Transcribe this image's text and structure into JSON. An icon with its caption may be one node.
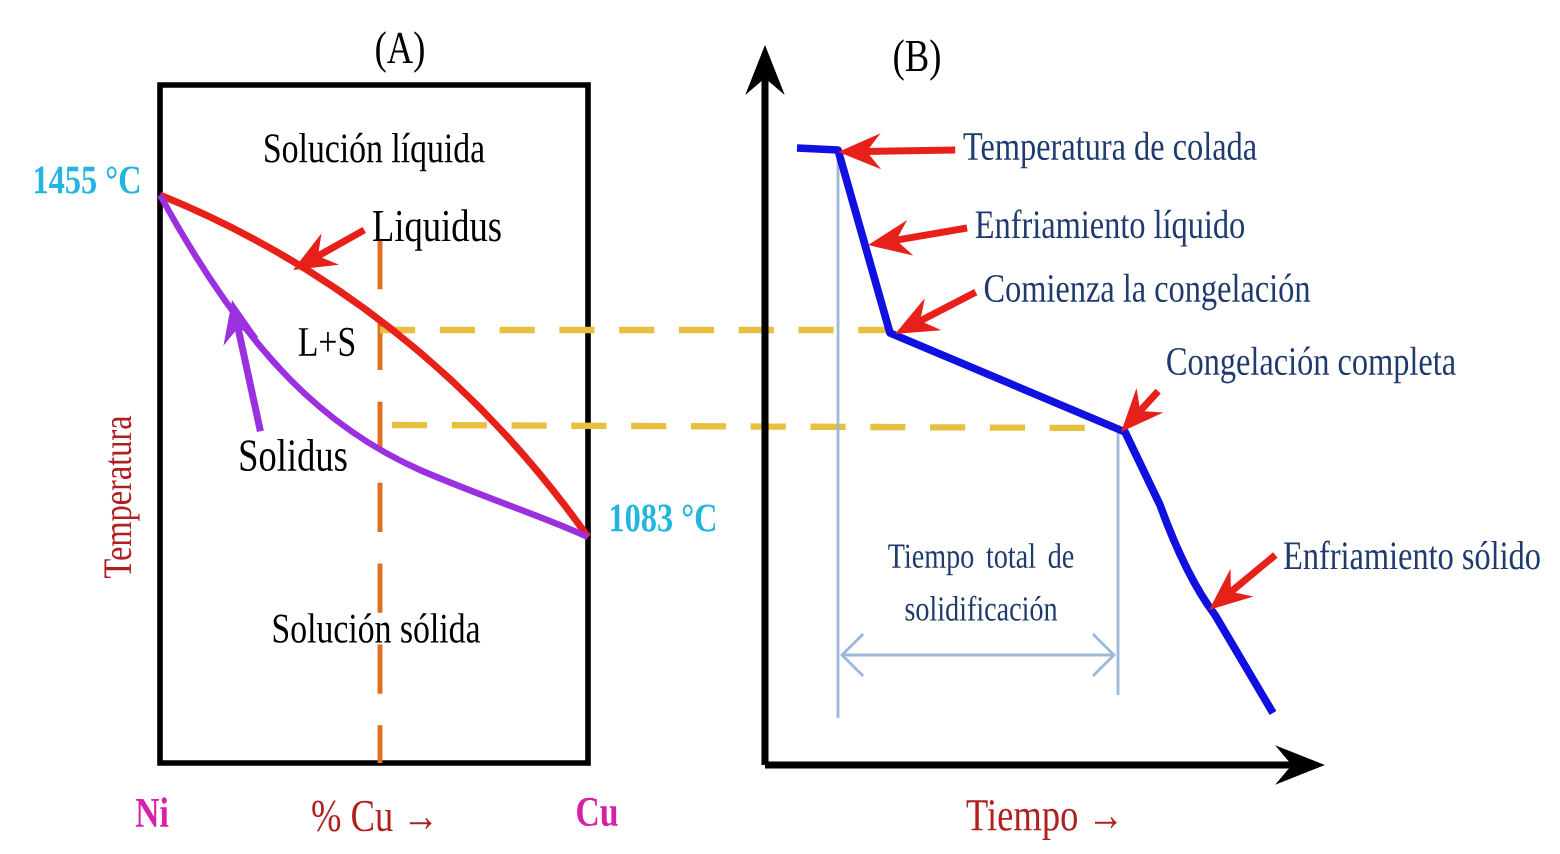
{
  "diagram": {
    "nodes": [
      {
        "text": [
          "Liquidus"
        ]
      },
      {
        "text": [
          "Solidus"
        ]
      },
      {
        "text": [
          "Temperatura de colada"
        ]
      },
      {
        "text": [
          "Enfriamiento líquido"
        ]
      },
      {
        "text": [
          "Comienza la congelación"
        ]
      },
      {
        "text": [
          "Congelación completa"
        ]
      },
      {
        "text": [
          "Enfriamiento sólido"
        ]
      }
    ],
    "edges": [
      {
        "from": 0,
        "to": null,
        "arrow": "to"
      },
      {
        "from": 1,
        "to": null,
        "arrow": "to",
        "color": "#9b30e0"
      },
      {
        "from": 2,
        "to": null,
        "arrow": "to"
      },
      {
        "from": 3,
        "to": null,
        "arrow": "to"
      },
      {
        "from": 4,
        "to": null,
        "arrow": "to"
      },
      {
        "from": 5,
        "to": null,
        "arrow": "to"
      },
      {
        "from": 6,
        "to": null,
        "arrow": "to"
      }
    ],
    "labels": [
      "(A)",
      "(B)",
      "1455 °C",
      "Solución líquida",
      "L+S",
      "1083 °C",
      "Temperatura",
      "Solución sólida",
      "Tiempo total de solidificación",
      "Ni",
      "% Cu →",
      "Cu",
      "Tiempo →"
    ]
  }
}
